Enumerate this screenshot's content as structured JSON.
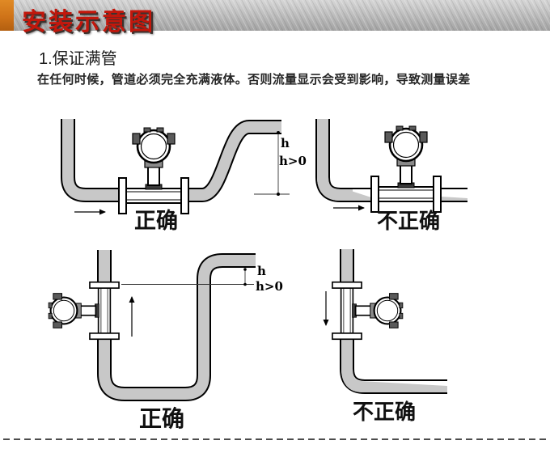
{
  "header": {
    "title": "安装示意图",
    "title_color": "#c2170c",
    "accent_color": "#cf7318"
  },
  "section": {
    "heading": "1.保证满管",
    "body": "在任何时候，管道必须完全充满液体。否则流量显示会受到影响，导致测量误差"
  },
  "diagrams": {
    "top_left": {
      "verdict": "正确",
      "dim_label": "h",
      "dim_condition": "h>0",
      "flow_direction": "right"
    },
    "top_right": {
      "verdict": "不正确",
      "flow_direction": "right"
    },
    "bottom_left": {
      "verdict": "正确",
      "dim_label": "h",
      "dim_condition": "h>0",
      "flow_direction": "up"
    },
    "bottom_right": {
      "verdict": "不正确",
      "flow_direction": "down"
    }
  },
  "colors": {
    "pipe_fill": "#c8c8c8",
    "outline": "#000000"
  }
}
